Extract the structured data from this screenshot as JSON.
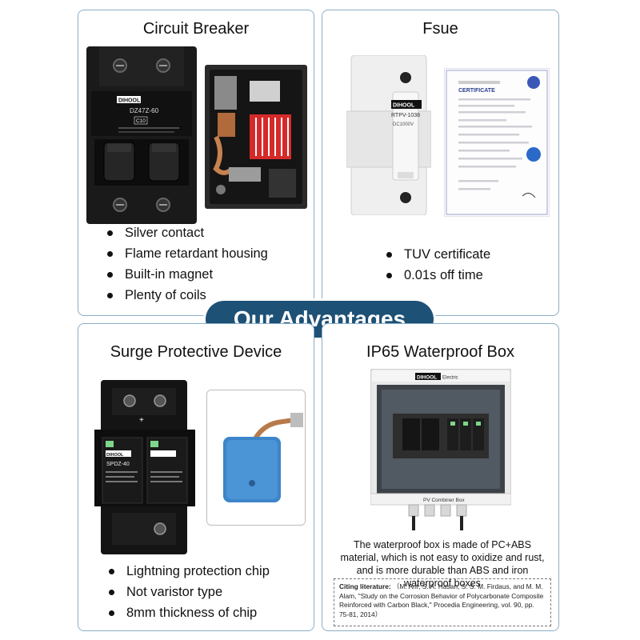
{
  "banner": {
    "title": "Our Advantages"
  },
  "circuit_breaker": {
    "title": "Circuit Breaker",
    "features": [
      "Silver contact",
      "Flame retardant housing",
      "Built-in magnet",
      "Plenty of coils"
    ],
    "device_brand": "DIHOOL",
    "device_model": "DZ47Z-60",
    "device_rating": "C10"
  },
  "fuse": {
    "title": "Fsue",
    "features": [
      "TUV certificate",
      "0.01s off time"
    ],
    "device_brand": "DIHOOL",
    "device_model": "RTPV-1038",
    "device_voltage": "DC1000V",
    "certificate_title": "CERTIFICATE"
  },
  "spd": {
    "title": "Surge Protective Device",
    "features": [
      "Lightning protection chip",
      "Not varistor type",
      "8mm thickness of chip"
    ],
    "device_brand": "DIHOOL",
    "device_model": "SPDZ-40"
  },
  "waterproof_box": {
    "title": "IP65 Waterproof Box",
    "brand": "DIHOOL",
    "brand_suffix": "Electric",
    "label": "PV Combiner Box",
    "description": "The waterproof box is made of PC+ABS material, which is not easy to oxidize and rust, and is more durable than ABS and iron waterproof boxes",
    "citation_label": "Citing literature:",
    "citation_text": "（M. Arif, S. A. Hasan, S. S. M. Firdaus, and M. M. Alam, \"Study on the Corrosion Behavior of Polycarbonate Composite Reinforced with Carbon Black,\" Procedia Engineering, vol. 90, pp. 75-81, 2014）"
  },
  "colors": {
    "banner": "#1e5176",
    "panel_border": "#8aaec8"
  }
}
